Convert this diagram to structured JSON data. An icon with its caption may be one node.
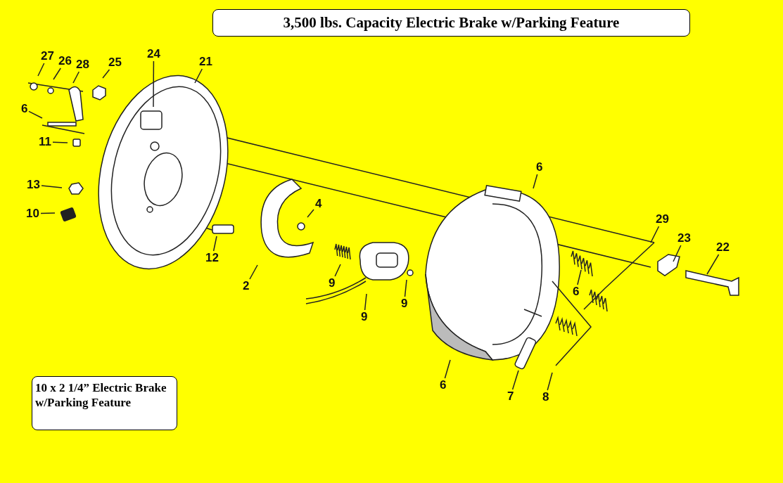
{
  "diagram": {
    "title": "3,500 lbs. Capacity Electric Brake w/Parking Feature",
    "nodes": [
      {
        "text": [
          "10 x 2 1/4” Electric Brake w/Parking Feature"
        ]
      },
      {
        "text": [
          "27"
        ]
      },
      {
        "text": [
          "26"
        ]
      },
      {
        "text": [
          "28"
        ]
      },
      {
        "text": [
          "25"
        ]
      },
      {
        "text": [
          "24"
        ]
      },
      {
        "text": [
          "21"
        ]
      },
      {
        "text": [
          "6"
        ]
      },
      {
        "text": [
          "11"
        ]
      },
      {
        "text": [
          "13"
        ]
      },
      {
        "text": [
          "10"
        ]
      },
      {
        "text": [
          "12"
        ]
      },
      {
        "text": [
          "6"
        ]
      },
      {
        "text": [
          "4"
        ]
      },
      {
        "text": [
          "2"
        ]
      },
      {
        "text": [
          "9"
        ]
      },
      {
        "text": [
          "9"
        ]
      },
      {
        "text": [
          "9"
        ]
      },
      {
        "text": [
          "29"
        ]
      },
      {
        "text": [
          "23"
        ]
      },
      {
        "text": [
          "22"
        ]
      },
      {
        "text": [
          "6"
        ]
      },
      {
        "text": [
          "6"
        ]
      },
      {
        "text": [
          "7"
        ]
      },
      {
        "text": [
          "8"
        ]
      }
    ],
    "edges": [
      {
        "from": 1,
        "to": null,
        "arrow": "none"
      },
      {
        "from": 2,
        "to": null,
        "arrow": "none"
      },
      {
        "from": 3,
        "to": null,
        "arrow": "none"
      },
      {
        "from": 4,
        "to": null,
        "arrow": "none"
      },
      {
        "from": 5,
        "to": null,
        "arrow": "none"
      },
      {
        "from": 6,
        "to": null,
        "arrow": "none"
      },
      {
        "from": 7,
        "to": null,
        "arrow": "none"
      },
      {
        "from": 8,
        "to": null,
        "arrow": "none"
      },
      {
        "from": 9,
        "to": null,
        "arrow": "none"
      },
      {
        "from": 10,
        "to": null,
        "arrow": "none"
      },
      {
        "from": 11,
        "to": null,
        "arrow": "none"
      },
      {
        "from": 12,
        "to": null,
        "arrow": "none"
      },
      {
        "from": 13,
        "to": null,
        "arrow": "none"
      },
      {
        "from": 14,
        "to": null,
        "arrow": "none"
      },
      {
        "from": 15,
        "to": null,
        "arrow": "none"
      },
      {
        "from": 16,
        "to": null,
        "arrow": "none"
      },
      {
        "from": 17,
        "to": null,
        "arrow": "none"
      },
      {
        "from": 18,
        "to": null,
        "arrow": "none"
      },
      {
        "from": 19,
        "to": null,
        "arrow": "none"
      },
      {
        "from": 20,
        "to": null,
        "arrow": "none"
      },
      {
        "from": 21,
        "to": null,
        "arrow": "none"
      },
      {
        "from": 22,
        "to": null,
        "arrow": "none"
      },
      {
        "from": 23,
        "to": null,
        "arrow": "none"
      },
      {
        "from": 24,
        "to": null,
        "arrow": "none"
      }
    ]
  }
}
